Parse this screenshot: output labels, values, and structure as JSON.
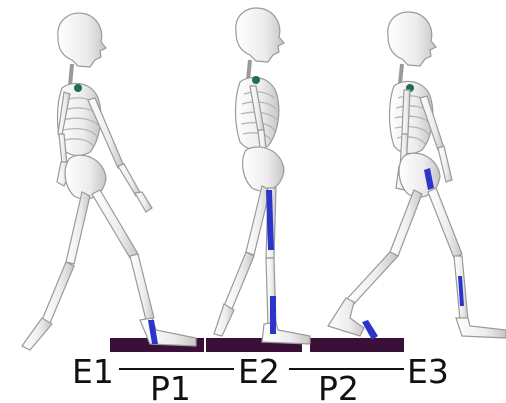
{
  "labels": {
    "e1": "E1",
    "e2": "E2",
    "e3": "E3",
    "p1": "P1",
    "p2": "P2"
  },
  "colors": {
    "bone": "#f2f2f2",
    "bone_shade": "#c8c8c8",
    "bone_outline": "#9a9a9a",
    "muscle_highlight": "#2c35c9",
    "platform": "#3a1038",
    "heart": "#1f6e57"
  },
  "figures": [
    {
      "name": "skeleton-walking-e1",
      "stance": "heel-strike"
    },
    {
      "name": "skeleton-walking-e2",
      "stance": "mid-stance"
    },
    {
      "name": "skeleton-walking-e3",
      "stance": "toe-off"
    }
  ]
}
